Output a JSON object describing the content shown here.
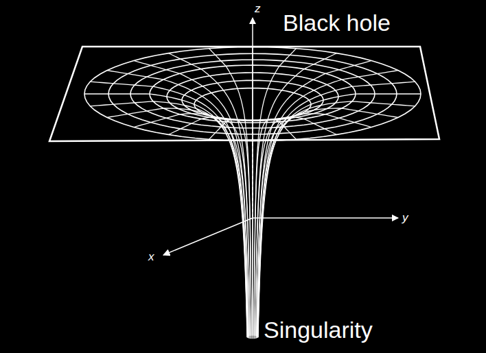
{
  "diagram": {
    "labels": [
      "z",
      "Black hole",
      "y",
      "x",
      "Singularity"
    ]
  }
}
